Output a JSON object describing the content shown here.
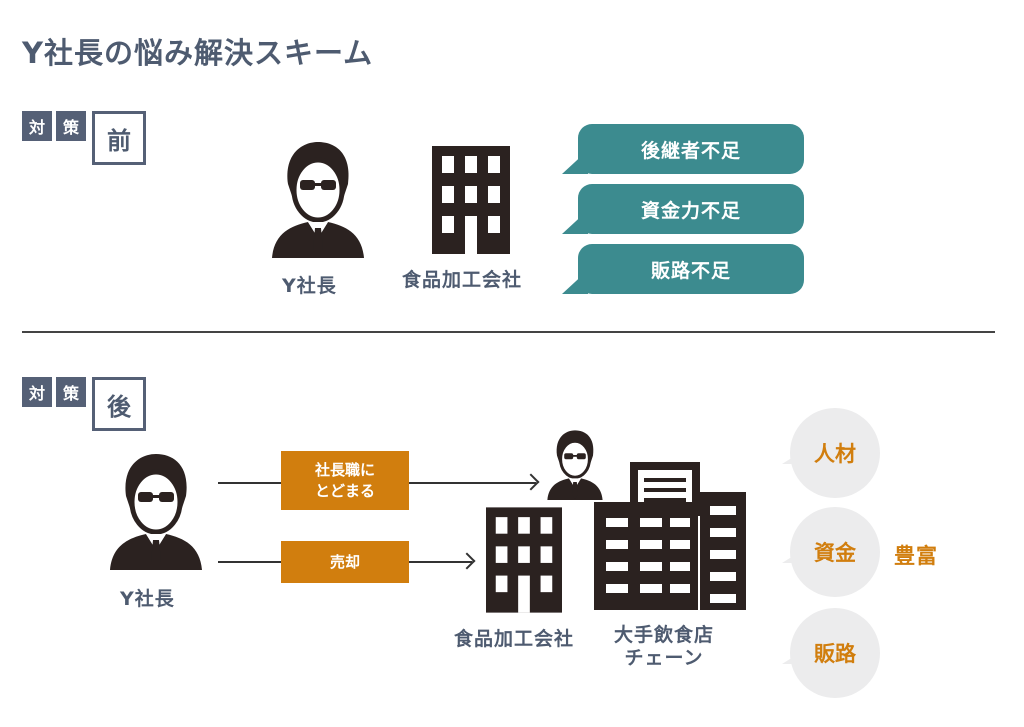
{
  "title": "Y社長の悩み解決スキーム",
  "before": {
    "tag": {
      "a": "対",
      "b": "策",
      "big": "前"
    },
    "person_label": "Y社長",
    "company_label": "食品加工会社",
    "problems": [
      "後継者不足",
      "資金力不足",
      "販路不足"
    ]
  },
  "after": {
    "tag": {
      "a": "対",
      "b": "策",
      "big": "後"
    },
    "person_label": "Y社長",
    "action_top": [
      "社長職に",
      "とどまる"
    ],
    "action_bottom": "売却",
    "company_label": "食品加工会社",
    "chain_label": [
      "大手飲食店",
      "チェーン"
    ],
    "benefits": [
      "人材",
      "資金",
      "販路"
    ],
    "benefit_summary": "豊富"
  },
  "colors": {
    "slate": "#556076",
    "teal": "#3c8b8f",
    "orange": "#d17e0e",
    "circle_gray": "#ececed",
    "icon_dark": "#2b2220"
  },
  "icons": [
    "businessman-icon",
    "building-icon",
    "large-buildings-icon",
    "arrow-right-icon"
  ]
}
